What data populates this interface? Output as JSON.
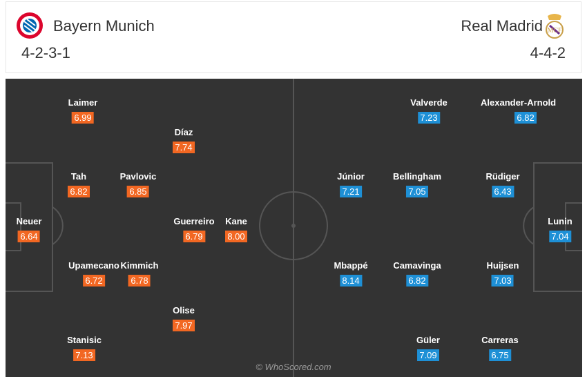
{
  "home": {
    "name": "Bayern Munich",
    "formation": "4-2-3-1",
    "badge_icon": "bayern-badge-icon",
    "color": "#f26722",
    "players": [
      {
        "id": "laimer",
        "name": "Laimer",
        "rating": "6.99"
      },
      {
        "id": "diaz",
        "name": "Díaz",
        "rating": "7.74"
      },
      {
        "id": "tah",
        "name": "Tah",
        "rating": "6.82"
      },
      {
        "id": "pavlovic",
        "name": "Pavlovic",
        "rating": "6.85"
      },
      {
        "id": "neuer",
        "name": "Neuer",
        "rating": "6.64"
      },
      {
        "id": "guerreiro",
        "name": "Guerreiro",
        "rating": "6.79"
      },
      {
        "id": "kane",
        "name": "Kane",
        "rating": "8.00"
      },
      {
        "id": "upamecano",
        "name": "Upamecano",
        "rating": "6.72"
      },
      {
        "id": "kimmich",
        "name": "Kimmich",
        "rating": "6.78"
      },
      {
        "id": "olise",
        "name": "Olise",
        "rating": "7.97"
      },
      {
        "id": "stanisic",
        "name": "Stanisic",
        "rating": "7.13"
      }
    ]
  },
  "away": {
    "name": "Real Madrid",
    "formation": "4-4-2",
    "badge_icon": "real-madrid-badge-icon",
    "color": "#1e90d6",
    "players": [
      {
        "id": "valverde",
        "name": "Valverde",
        "rating": "7.23"
      },
      {
        "id": "alexander-arnold",
        "name": "Alexander-Arnold",
        "rating": "6.82"
      },
      {
        "id": "junior",
        "name": "Júnior",
        "rating": "7.21"
      },
      {
        "id": "bellingham",
        "name": "Bellingham",
        "rating": "7.05"
      },
      {
        "id": "rudiger",
        "name": "Rüdiger",
        "rating": "6.43"
      },
      {
        "id": "lunin",
        "name": "Lunin",
        "rating": "7.04"
      },
      {
        "id": "mbappe",
        "name": "Mbappé",
        "rating": "8.14"
      },
      {
        "id": "camavinga",
        "name": "Camavinga",
        "rating": "6.82"
      },
      {
        "id": "huijsen",
        "name": "Huijsen",
        "rating": "7.03"
      },
      {
        "id": "guler",
        "name": "Güler",
        "rating": "7.09"
      },
      {
        "id": "carreras",
        "name": "Carreras",
        "rating": "6.75"
      }
    ]
  },
  "watermark": "© WhoScored.com",
  "pitch_color": "#333333"
}
